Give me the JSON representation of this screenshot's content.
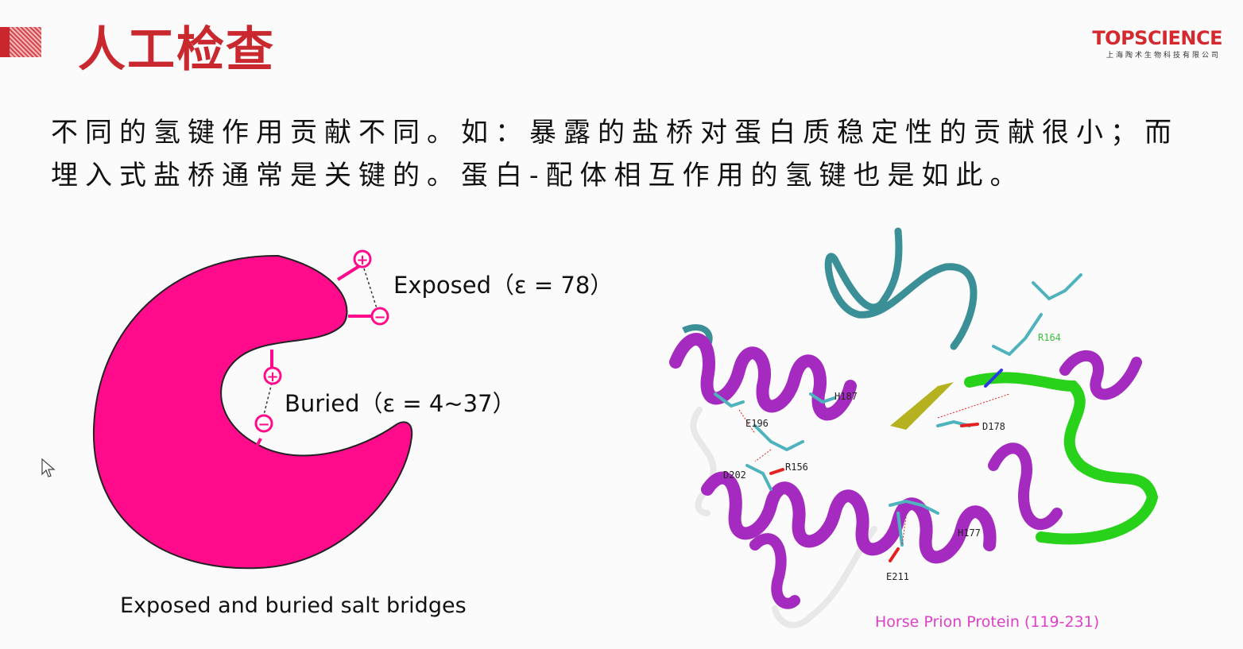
{
  "header": {
    "title": "人工检查",
    "logo_text": "TOPSCIENCE",
    "logo_subtext": "上海陶术生物科技有限公司"
  },
  "body": {
    "paragraph": "不同的氢键作用贡献不同。如：暴露的盐桥对蛋白质稳定性的贡献很小；而埋入式盐桥通常是关键的。蛋白-配体相互作用的氢键也是如此。"
  },
  "diagram": {
    "exposed_label": "Exposed（ε = 78）",
    "buried_label": "Buried（ε = 4~37）",
    "plus_sign": "+",
    "minus_sign": "−",
    "caption": "Exposed and buried salt bridges",
    "shape_color": "#ff0b8b"
  },
  "protein": {
    "residues": [
      "R164",
      "H187",
      "E196",
      "D178",
      "R156",
      "D202",
      "H177",
      "E211"
    ],
    "caption": "Horse Prion Protein (119-231)",
    "colors": {
      "helix": "#a42ac0",
      "coil": "#3b8f97",
      "strand": "#28d21a",
      "loop": "#e8e8e8",
      "caption": "#e040c8"
    }
  }
}
